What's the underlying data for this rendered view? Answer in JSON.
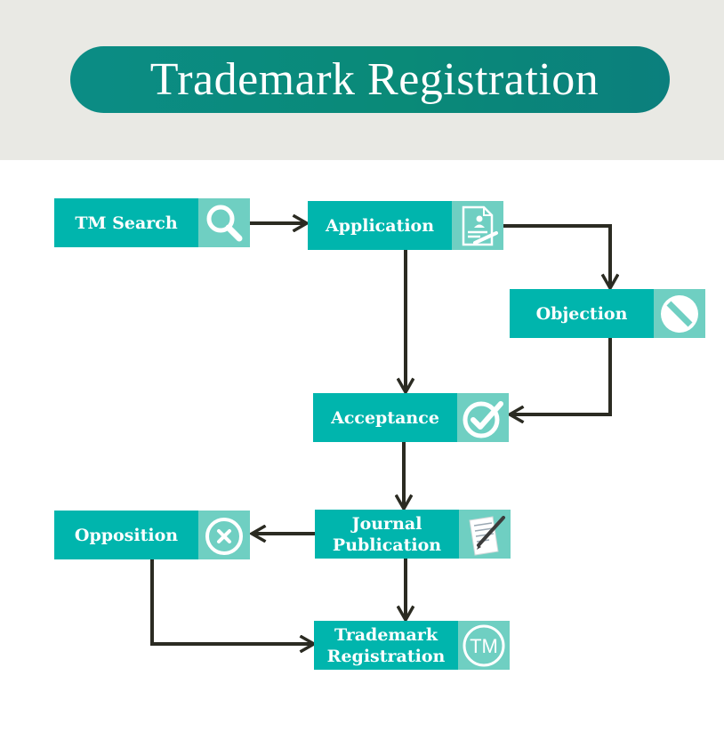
{
  "title": "Trademark Registration",
  "nodes": {
    "tm_search": {
      "label": "TM Search",
      "icon": "search-icon"
    },
    "application": {
      "label": "Application",
      "icon": "document-form-icon"
    },
    "objection": {
      "label": "Objection",
      "icon": "prohibited-icon"
    },
    "acceptance": {
      "label": "Acceptance",
      "icon": "checkmark-circle-icon"
    },
    "opposition": {
      "label": "Opposition",
      "icon": "x-circle-icon"
    },
    "journal_publication": {
      "label": "Journal Publication",
      "icon": "document-pen-icon"
    },
    "trademark_registration": {
      "label": "Trademark Registration",
      "icon": "tm-icon"
    }
  },
  "tm_symbol": "TM",
  "edges": [
    [
      "tm_search",
      "application"
    ],
    [
      "application",
      "objection"
    ],
    [
      "application",
      "acceptance"
    ],
    [
      "objection",
      "acceptance"
    ],
    [
      "acceptance",
      "journal_publication"
    ],
    [
      "journal_publication",
      "opposition"
    ],
    [
      "journal_publication",
      "trademark_registration"
    ],
    [
      "opposition",
      "trademark_registration"
    ]
  ],
  "colors": {
    "node": "#00b5ad",
    "icon_panel": "#6fcfc2",
    "title_pill": "#0b8c85",
    "header_band": "#e9e9e4",
    "arrow": "#2b2b22"
  }
}
